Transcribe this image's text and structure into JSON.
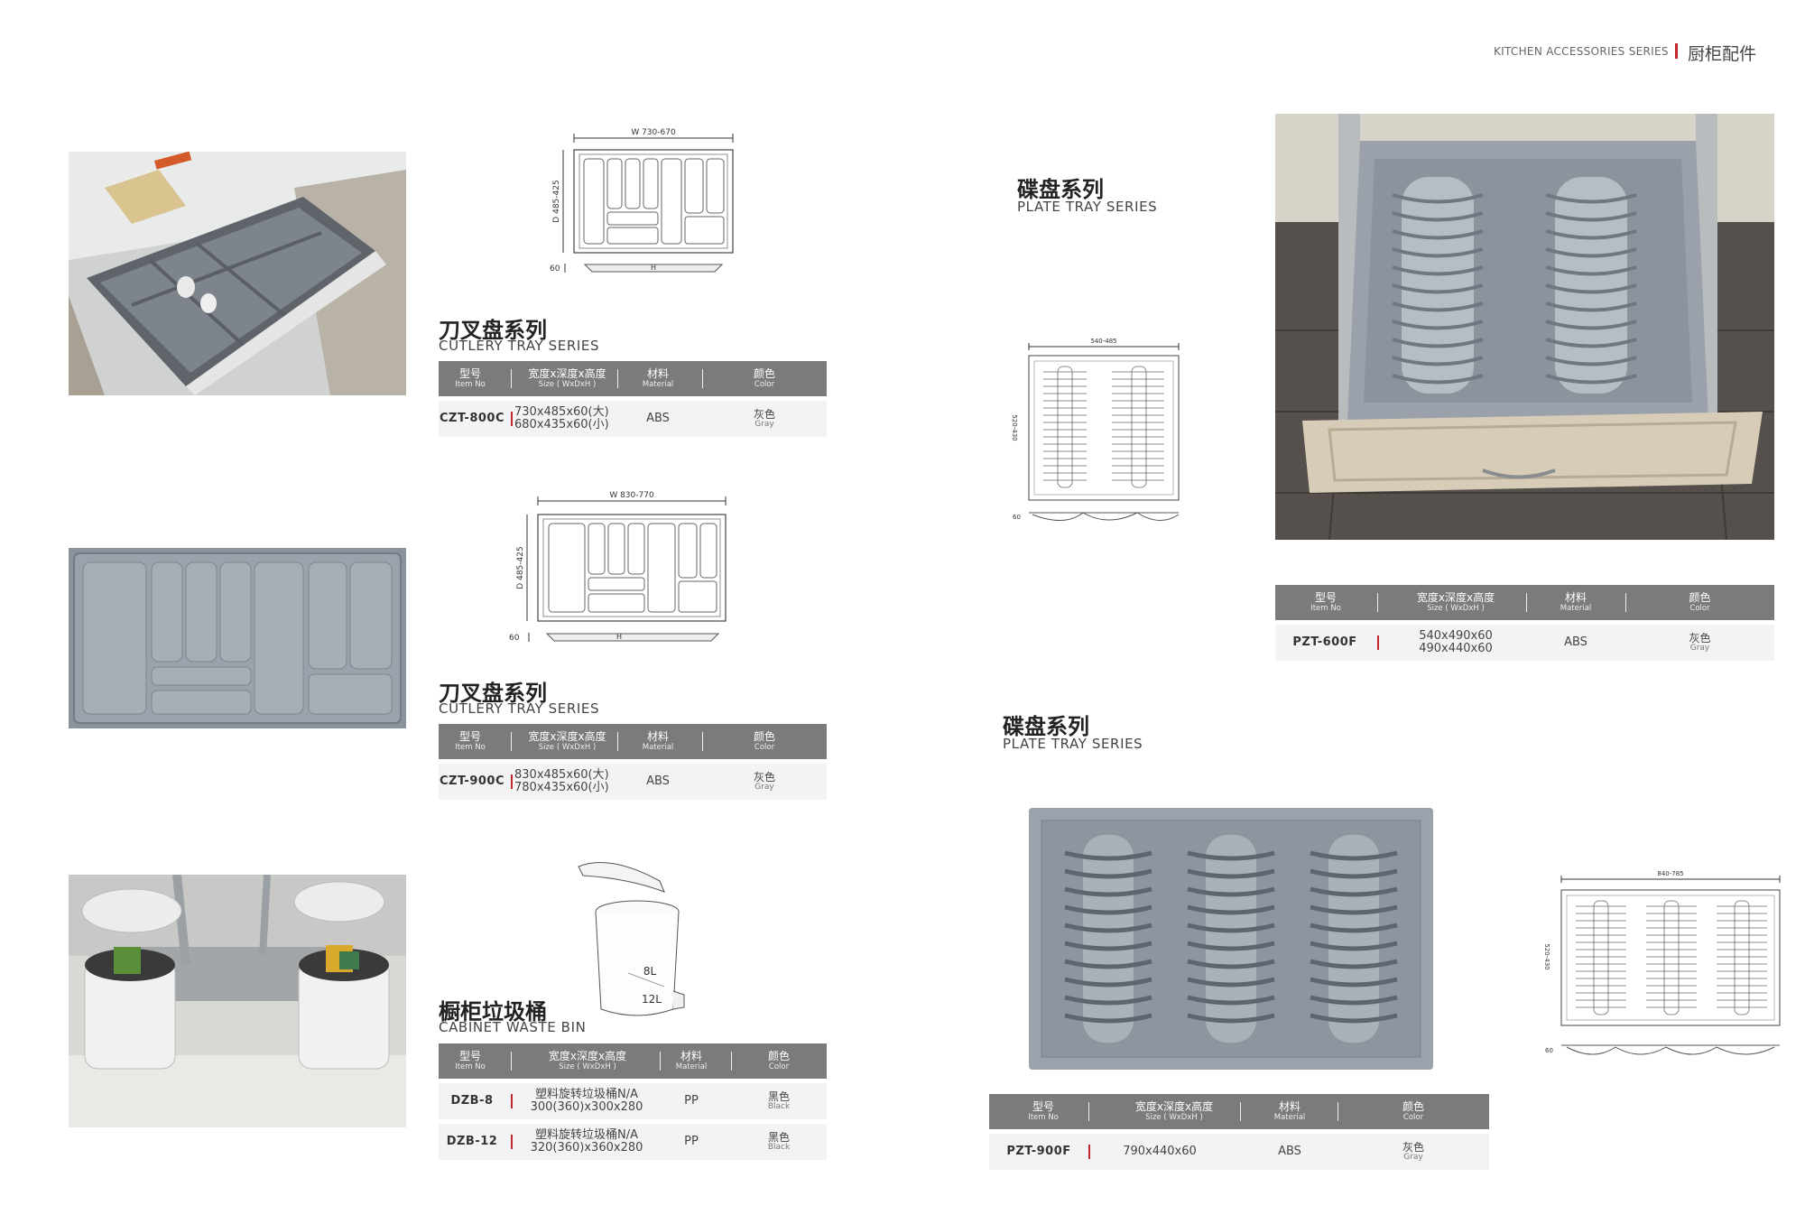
{
  "header": {
    "series_en": "KITCHEN ACCESSORIES SERIES",
    "series_cn": "厨柜配件"
  },
  "table_header": {
    "item_cn": "型号",
    "item_en": "Item No",
    "size_cn": "宽度x深度x高度",
    "size_en": "Size ( WxDxH )",
    "material_cn": "材料",
    "material_en": "Material",
    "color_cn": "颜色",
    "color_en": "Color"
  },
  "sections": {
    "cutlery1": {
      "title_cn": "刀叉盘系列",
      "title_en": "CUTLERY TRAY SERIES",
      "drawing": {
        "width_label": "W 730-670",
        "depth_label": "D 485-425",
        "height_label": "H",
        "base_label": "60"
      },
      "rows": [
        {
          "item": "CZT-800C",
          "size1": "730x485x60(大)",
          "size2": "680x435x60(小)",
          "material": "ABS",
          "color_cn": "灰色",
          "color_en": "Gray"
        }
      ]
    },
    "cutlery2": {
      "title_cn": "刀叉盘系列",
      "title_en": "CUTLERY TRAY SERIES",
      "drawing": {
        "width_label": "W 830-770",
        "depth_label": "D 485-425",
        "height_label": "H",
        "base_label": "60"
      },
      "rows": [
        {
          "item": "CZT-900C",
          "size1": "830x485x60(大)",
          "size2": "780x435x60(小)",
          "material": "ABS",
          "color_cn": "灰色",
          "color_en": "Gray"
        }
      ]
    },
    "waste": {
      "title_cn": "橱柜垃圾桶",
      "title_en": "CABINET WASTE BIN",
      "drawing": {
        "label_small": "8L",
        "label_large": "12L"
      },
      "rows": [
        {
          "item": "DZB-8",
          "size1": "塑料旋转垃圾桶N/A",
          "size2": "300(360)x300x280",
          "material": "PP",
          "color_cn": "黑色",
          "color_en": "Black"
        },
        {
          "item": "DZB-12",
          "size1": "塑料旋转垃圾桶N/A",
          "size2": "320(360)x360x280",
          "material": "PP",
          "color_cn": "黑色",
          "color_en": "Black"
        }
      ]
    },
    "plate1": {
      "title_cn": "碟盘系列",
      "title_en": "PLATE TRAY SERIES",
      "drawing": {
        "width_label": "540-485",
        "depth_label": "520-430",
        "base_label": "60"
      },
      "rows": [
        {
          "item": "PZT-600F",
          "size1": "540x490x60",
          "size2": "490x440x60",
          "material": "ABS",
          "color_cn": "灰色",
          "color_en": "Gray"
        }
      ]
    },
    "plate2": {
      "title_cn": "碟盘系列",
      "title_en": "PLATE TRAY SERIES",
      "drawing": {
        "width_label": "840-785",
        "depth_label": "520-430",
        "base_label": "60"
      },
      "rows": [
        {
          "item": "PZT-900F",
          "size1": "790x440x60",
          "size2": "",
          "material": "ABS",
          "color_cn": "灰色",
          "color_en": "Gray"
        }
      ]
    }
  },
  "colors": {
    "accent_red": "#c0282d",
    "table_header_gray": "#7b7b7b",
    "row_bg": "#f3f3f3",
    "tray_gray": "#8d959f"
  }
}
